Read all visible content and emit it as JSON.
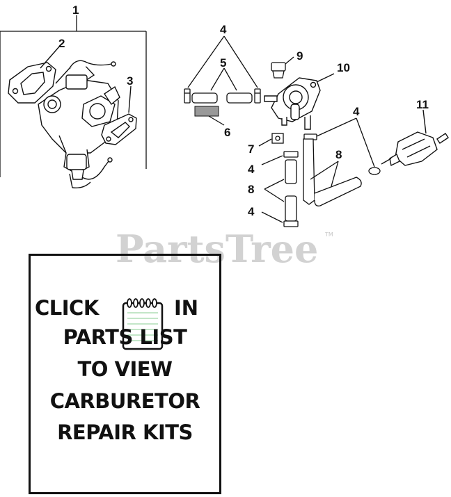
{
  "callouts": [
    {
      "id": "c1",
      "text": "1"
    },
    {
      "id": "c2",
      "text": "2"
    },
    {
      "id": "c3",
      "text": "3"
    },
    {
      "id": "c4a",
      "text": "4"
    },
    {
      "id": "c5",
      "text": "5"
    },
    {
      "id": "c6",
      "text": "6"
    },
    {
      "id": "c7",
      "text": "7"
    },
    {
      "id": "c4b",
      "text": "4"
    },
    {
      "id": "c8a",
      "text": "8"
    },
    {
      "id": "c8b",
      "text": "8"
    },
    {
      "id": "c4c",
      "text": "4"
    },
    {
      "id": "c4d",
      "text": "4"
    },
    {
      "id": "c9",
      "text": "9"
    },
    {
      "id": "c10",
      "text": "10"
    },
    {
      "id": "c11",
      "text": "11"
    }
  ],
  "watermark": {
    "text": "PartsTree",
    "tm": "TM"
  },
  "note_box": {
    "click": "CLICK",
    "in": "IN",
    "line2": "PARTS LIST",
    "line3": "TO VIEW",
    "line4": "CARBURETOR",
    "line5": "REPAIR KITS"
  },
  "icons": [
    "notepad-icon"
  ],
  "colors": {
    "ink": "#111111",
    "watermark": "#d2d2d2",
    "notepad_lines": "#9fd6a8"
  }
}
